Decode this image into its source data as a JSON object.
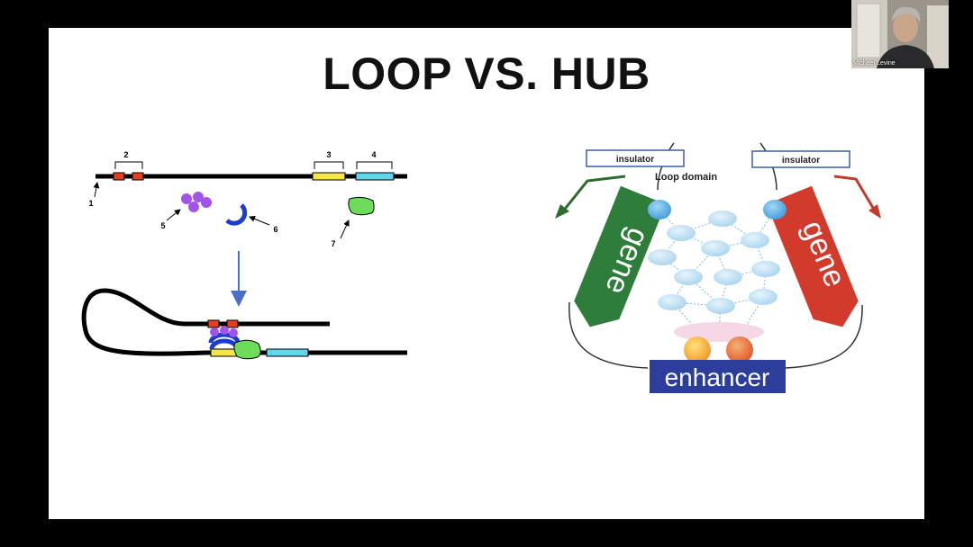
{
  "slide": {
    "title": "LOOP VS. HUB"
  },
  "loop_figure": {
    "labels": [
      "1",
      "2",
      "3",
      "4",
      "5",
      "6",
      "7"
    ]
  },
  "hub_figure": {
    "insulator_left": "insulator",
    "insulator_right": "insulator",
    "loop_domain": "Loop domain",
    "gene_left": "gene",
    "gene_right": "gene",
    "enhancer": "enhancer",
    "colors": {
      "gene_left": "#2e7d3a",
      "gene_right": "#d23a2c",
      "enhancer_box": "#2c3e9a",
      "hub_blob": "#b8dcf2"
    }
  },
  "video_call": {
    "participant_name": "Michael Levine"
  }
}
